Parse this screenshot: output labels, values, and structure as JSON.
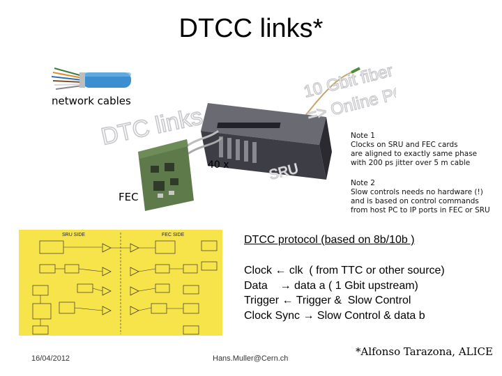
{
  "slide": {
    "title": "DTCC links*",
    "network_label": "network cables",
    "overlay_dtc": "DTC links",
    "overlay_fiber_1": "10 Gbit fiber",
    "overlay_fiber_2": "=> Online PC",
    "overlay_sru": "SRU",
    "fec_label": "FEC",
    "count_label": "40 x",
    "note1": {
      "heading": "Note 1",
      "lines": [
        "Clocks on SRU and FEC cards",
        "are aligned to exactly same phase",
        "with 200 ps jitter over 5 m cable"
      ]
    },
    "note2": {
      "heading": "Note 2",
      "lines": [
        "Slow controls needs no hardware (!)",
        "and is based on control commands",
        "from host PC to IP ports in FEC or SRU"
      ]
    },
    "diagram": {
      "sru_side": "SRU SIDE",
      "fec_side": "FEC SIDE"
    },
    "protocol_title": "DTCC protocol (based on 8b/10b )",
    "protocol_lines": [
      "Clock ← clk  ( from TTC or other source)",
      "Data    → data a ( 1 Gbit upstream)",
      "Trigger ← Trigger &  Slow Control",
      "Clock Sync → Slow Control & data b"
    ],
    "footer": {
      "date": "16/04/2012",
      "email": "Hans.Muller@Cern.ch",
      "credit": "*Alfonso Tarazona, ALICE"
    },
    "colors": {
      "diagram_bg": "#f7e34a",
      "overlay_text": "#d8d8dc",
      "cable_blue": "#3b8fd1",
      "fiber": "#c9a46a",
      "board_green": "#5e7a4a"
    }
  }
}
